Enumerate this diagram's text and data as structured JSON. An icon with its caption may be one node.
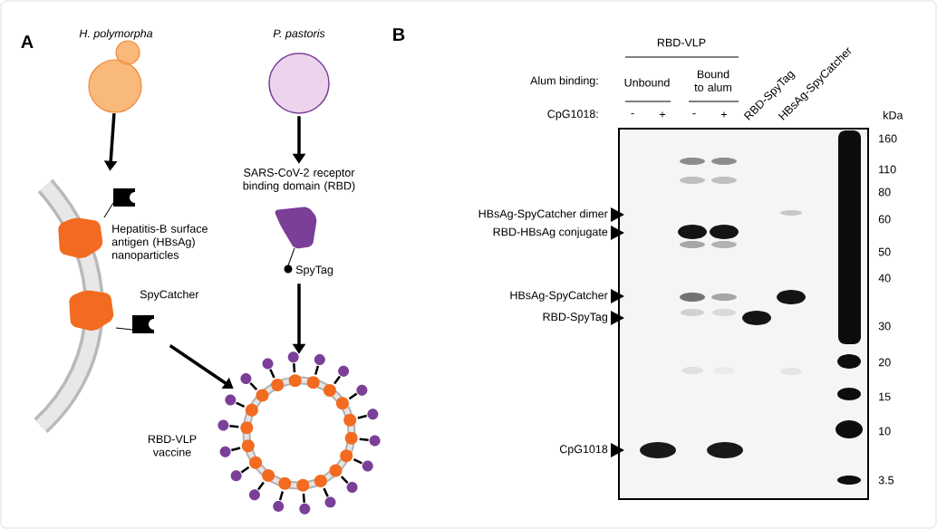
{
  "diagram": {
    "nodes": [
      {
        "text": [
          "H. polymorpha"
        ]
      },
      {
        "text": [
          "P. pastoris"
        ]
      },
      {
        "text": [
          "Hepatitis-B surface antigen (HBsAg) nanoparticles",
          "SpyCatcher"
        ]
      },
      {
        "text": [
          "SARS-CoV-2 receptor binding domain (RBD)",
          "SpyTag"
        ]
      },
      {
        "text": [
          "RBD-VLP vaccine"
        ]
      }
    ],
    "edges": [
      {
        "from": 0,
        "to": 2,
        "arrow": "to"
      },
      {
        "from": 1,
        "to": 3,
        "arrow": "to"
      },
      {
        "from": 2,
        "to": 4,
        "arrow": "to"
      },
      {
        "from": 3,
        "to": 4,
        "arrow": "to"
      }
    ],
    "labels": [
      "A",
      "B",
      "RBD-VLP",
      "Alum binding:",
      "Unbound",
      "Bound to alum",
      "RBD-SpyTag",
      "HBsAg-SpyCatcher",
      "CpG1018:",
      "-",
      "+",
      "-",
      "+",
      "kDa",
      "HBsAg-SpyCatcher dimer",
      "RBD-HBsAg conjugate",
      "HBsAg-SpyCatcher",
      "RBD-SpyTag",
      "CpG1018",
      "160",
      "110",
      "80",
      "60",
      "50",
      "40",
      "30",
      "20",
      "15",
      "10",
      "3.5"
    ]
  }
}
